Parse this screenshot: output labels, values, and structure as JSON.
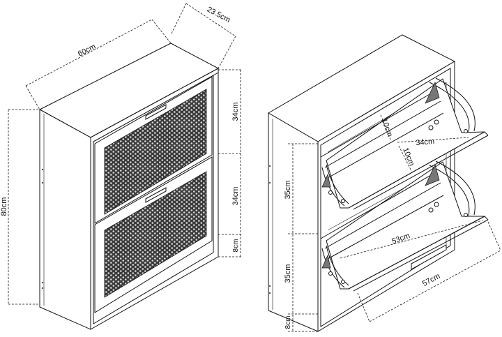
{
  "dimensions": {
    "width": "60cm",
    "depth": "23.5cm",
    "height": "80cm",
    "drawer_top_height": "34cm",
    "drawer_bottom_height": "34cm",
    "base_height_left": "8cm",
    "open_upper_height": "35cm",
    "open_lower_height": "35cm",
    "base_height_right": "8cm",
    "flap_upper_depth": "34cm",
    "inner_10cm_a": "10cm",
    "inner_10cm_b": "10cm",
    "inner_width": "53cm",
    "open_depth": "57cm"
  }
}
